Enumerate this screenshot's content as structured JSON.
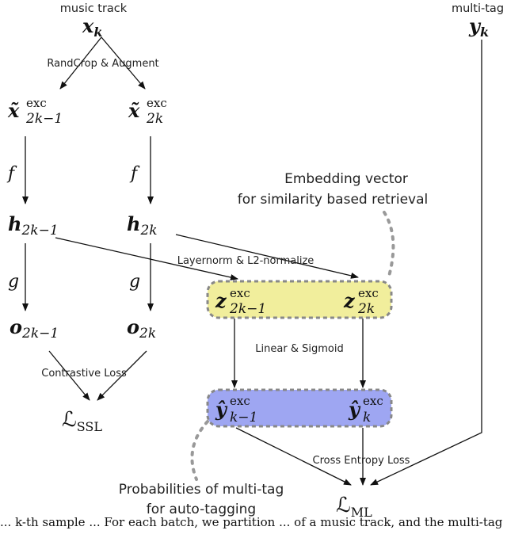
{
  "labels": {
    "music_track": "music track",
    "multi_tag": "multi-tag",
    "randcrop": "RandCrop & Augment",
    "embedding_line1": "Embedding vector",
    "embedding_line2": "for similarity based retrieval",
    "layernorm": "Layernorm & L2-normalize",
    "linear_sigmoid": "Linear & Sigmoid",
    "contrastive": "Contrastive Loss",
    "cross_entropy": "Cross Entropy Loss",
    "prob_line1": "Probabilities of multi-tag",
    "prob_line2": "for auto-tagging"
  },
  "math": {
    "x_main": "x",
    "x_sub": "k",
    "y_main": "y",
    "y_sub": "k",
    "xt_left_main": "x̃",
    "xt_left_sup": "exc",
    "xt_left_sub": "2k−1",
    "xt_right_main": "x̃",
    "xt_right_sup": "exc",
    "xt_right_sub": "2k",
    "f_left": "f",
    "f_right": "f",
    "h_left_main": "h",
    "h_left_sub": "2k−1",
    "h_right_main": "h",
    "h_right_sub": "2k",
    "g_left": "g",
    "g_right": "g",
    "o_left_main": "o",
    "o_left_sub": "2k−1",
    "o_right_main": "o",
    "o_right_sub": "2k",
    "z_left_main": "z",
    "z_left_sup": "exc",
    "z_left_sub": "2k−1",
    "z_right_main": "z",
    "z_right_sup": "exc",
    "z_right_sub": "2k",
    "yh_left_main": "ŷ",
    "yh_left_sup": "exc",
    "yh_left_sub": "k−1",
    "yh_right_main": "ŷ",
    "yh_right_sup": "exc",
    "yh_right_sub": "k",
    "lssl_main": "ℒ",
    "lssl_sub": "SSL",
    "lml_main": "ℒ",
    "lml_sub": "ML"
  },
  "colors": {
    "z_box_fill": "#f1ee9c",
    "yhat_box_fill": "#9ea6f2",
    "box_border": "#888888",
    "arrow": "#111111",
    "dotted": "#999999"
  },
  "caption": {
    "text": "   ...  k-th sample  ...  For each batch, we partition  ...  of a music track, and the multi-tag ..."
  }
}
